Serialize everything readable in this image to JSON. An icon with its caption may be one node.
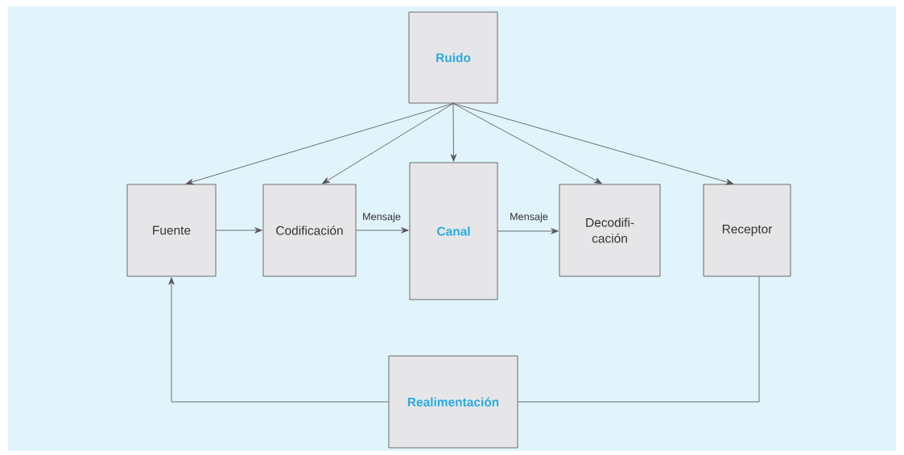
{
  "diagram": {
    "nodes": [
      {
        "text": [
          "Ruido"
        ]
      },
      {
        "text": [
          "Fuente"
        ]
      },
      {
        "text": [
          "Codificación"
        ]
      },
      {
        "text": [
          "Canal"
        ]
      },
      {
        "text": [
          "Decodifi- cación"
        ]
      },
      {
        "text": [
          "Receptor"
        ]
      },
      {
        "text": [
          "Realimentación"
        ]
      }
    ],
    "edges": [
      {
        "from": 0,
        "to": 1,
        "arrow": "to"
      },
      {
        "from": 0,
        "to": 2,
        "arrow": "to"
      },
      {
        "from": 0,
        "to": 3,
        "arrow": "to"
      },
      {
        "from": 0,
        "to": 4,
        "arrow": "to"
      },
      {
        "from": 0,
        "to": 5,
        "arrow": "to"
      },
      {
        "from": 1,
        "to": 2,
        "arrow": "to"
      },
      {
        "from": 2,
        "to": 3,
        "arrow": "to",
        "label": "Mensaje"
      },
      {
        "from": 3,
        "to": 4,
        "arrow": "to",
        "label": "Mensaje"
      },
      {
        "from": 5,
        "to": 6,
        "arrow": "none"
      },
      {
        "from": 6,
        "to": 1,
        "arrow": "to"
      }
    ]
  }
}
